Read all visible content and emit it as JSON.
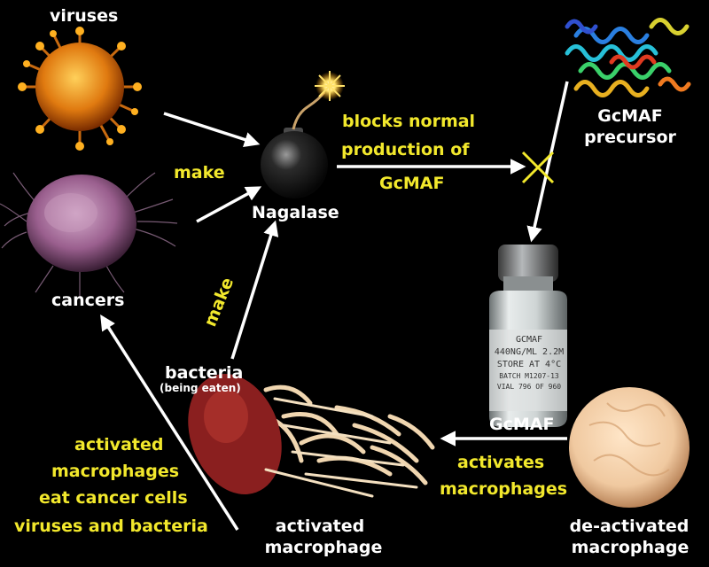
{
  "labels": {
    "viruses": "viruses",
    "make_top": "make",
    "nagalase": "Nagalase",
    "blocks_line1": "blocks normal",
    "blocks_line2": "production of",
    "blocks_line3": "GcMAF",
    "precursor_line1": "GcMAF",
    "precursor_line2": "precursor",
    "cancers": "cancers",
    "make_diag": "make",
    "bacteria": "bacteria",
    "being_eaten": "(being eaten)",
    "vial_label": "GcMAF",
    "activates_line1": "activates",
    "activates_line2": "macrophages",
    "activated_line1": "activated",
    "activated_line2": "macrophage",
    "deactivated_line1": "de-activated",
    "deactivated_line2": "macrophage",
    "eat_line1": "activated",
    "eat_line2": "macrophages",
    "eat_line3": "eat cancer cells",
    "eat_line4": "viruses and bacteria"
  },
  "vial_text": [
    "GCMAF",
    "440NG/ML 2.2M",
    "STORE AT 4°C",
    "BATCH M1207-13",
    "VIAL 796 OF 960"
  ],
  "colors": {
    "background": "#000000",
    "white_text": "#ffffff",
    "yellow_text": "#f2e82c",
    "virus": "#e07a10",
    "cancer": "#9a5f8e",
    "macrophage_active": "#e8c9a0",
    "macrophage_dark": "#8a1f1f",
    "macrophage_inactive": "#f0c9a0"
  }
}
